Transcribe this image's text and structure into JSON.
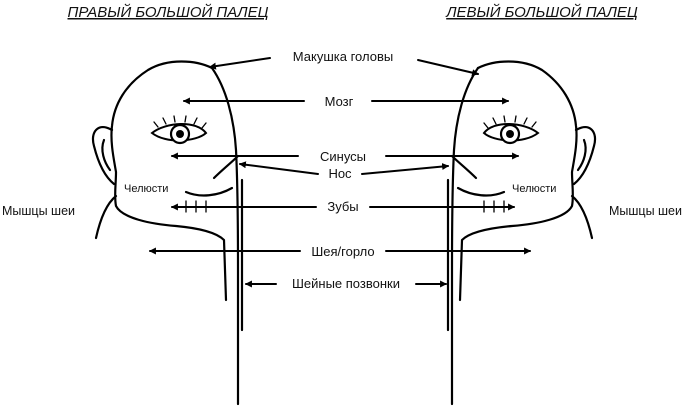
{
  "titles": {
    "right_thumb": "ПРАВЫЙ БОЛЬШОЙ ПАЛЕЦ",
    "left_thumb": "ЛЕВЫЙ БОЛЬШОЙ ПАЛЕЦ"
  },
  "labels": {
    "crown": "Макушка головы",
    "brain": "Мозг",
    "sinuses": "Синусы",
    "nose": "Нос",
    "teeth": "Зубы",
    "neck_throat": "Шея/горло",
    "cervical_vertebrae": "Шейные позвонки",
    "jaws": "Челюсти",
    "neck_muscles": "Мышцы шеи"
  }
}
